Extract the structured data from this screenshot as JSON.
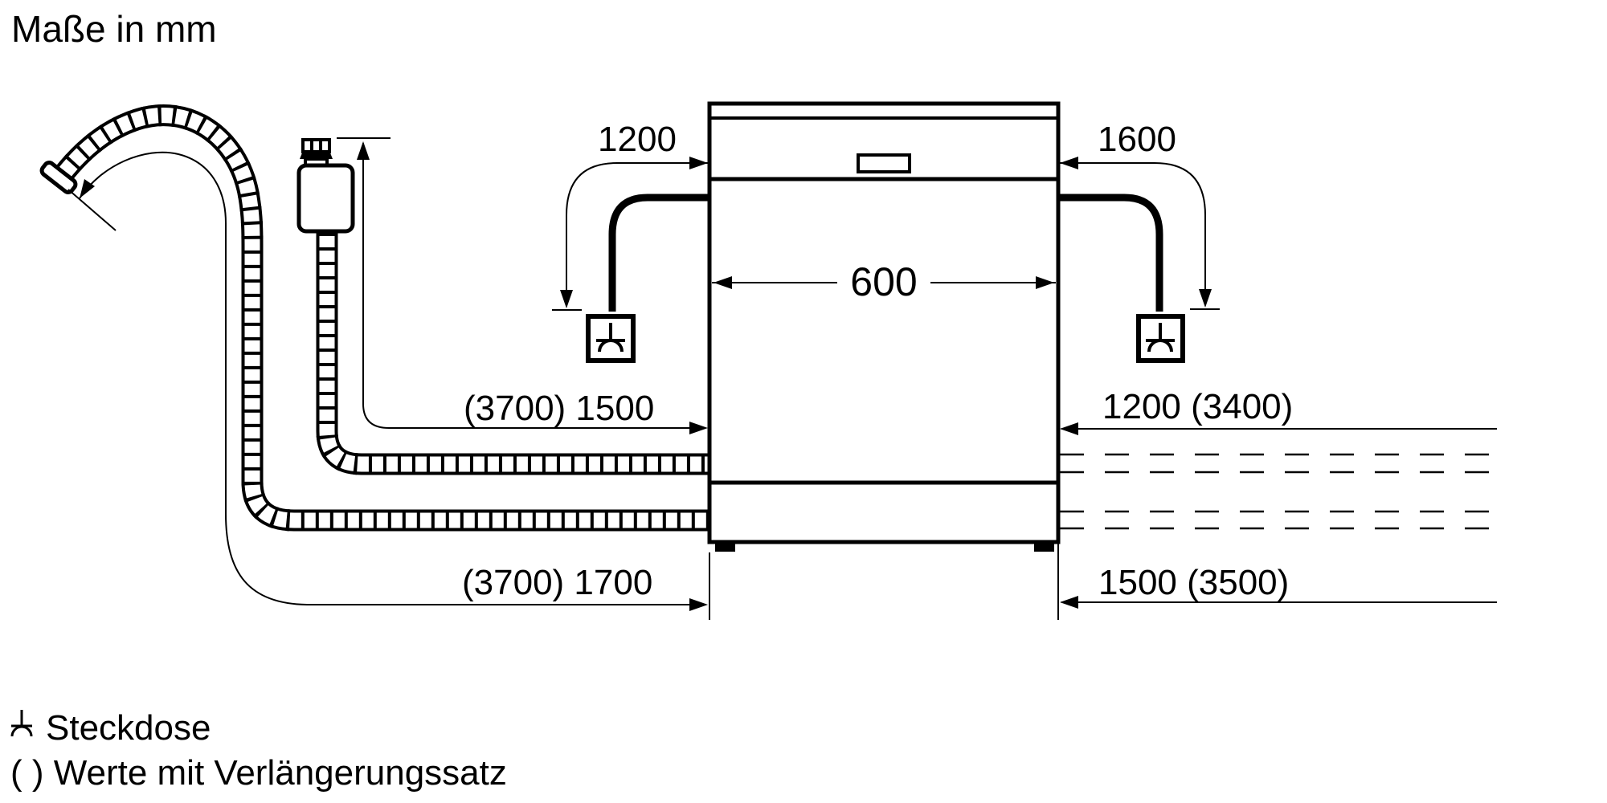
{
  "title": "Maße in mm",
  "colors": {
    "ink": "#000000",
    "paper": "#ffffff"
  },
  "labels": {
    "cord_left": "1200",
    "cord_right": "1600",
    "appliance_width": "600",
    "supply_hose_left": "(3700) 1500",
    "drain_hose_left": "(3700) 1700",
    "supply_hose_right": "1200 (3400)",
    "drain_hose_right": "1500 (3500)"
  },
  "legend": {
    "socket": "Steckdose",
    "parentheses_note": "( ) Werte mit Verlängerungssatz"
  },
  "icons": {
    "socket_symbol": "schuko-socket-schematic",
    "hose_end": "drain-hose-end-cap",
    "valve": "aquastop-valve"
  }
}
